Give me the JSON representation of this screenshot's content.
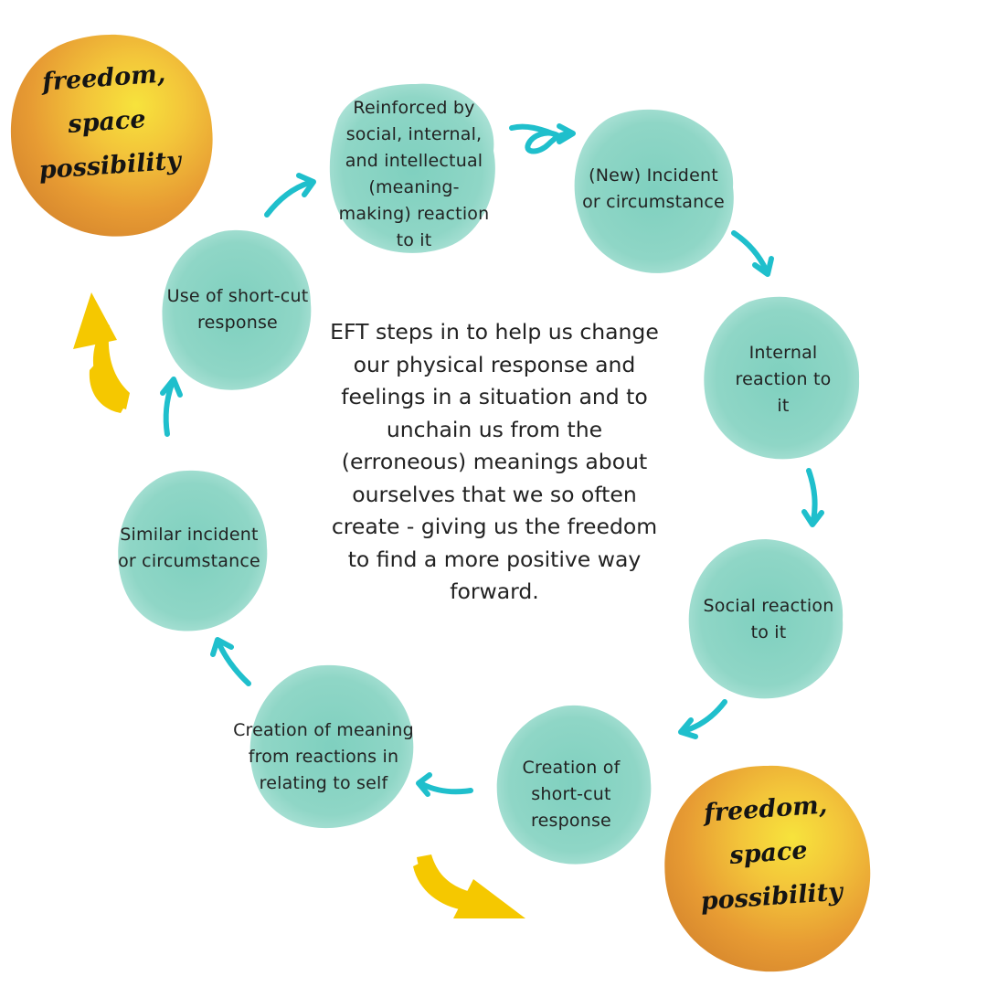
{
  "center": {
    "text": "EFT steps in to help us change our physical response and feelings in a situation and to unchain us from the (erroneous) meanings about ourselves that we so often create - giving us the freedom to find a more positive way forward."
  },
  "nodes": [
    {
      "id": "reinforced",
      "label": "Reinforced by\nsocial, internal,\nand intellectual\n(meaning-\nmaking) reaction\nto it"
    },
    {
      "id": "new-incident",
      "label": "(New) Incident\nor circumstance"
    },
    {
      "id": "internal-reaction",
      "label": "Internal\nreaction to\nit"
    },
    {
      "id": "social-reaction",
      "label": "Social reaction\nto it"
    },
    {
      "id": "creation-shortcut",
      "label": "Creation of\nshort-cut\nresponse"
    },
    {
      "id": "creation-meaning",
      "label": "Creation of meaning\nfrom reactions in\nrelating to self"
    },
    {
      "id": "similar-incident",
      "label": "Similar incident\nor circumstance"
    },
    {
      "id": "use-shortcut",
      "label": "Use of short-cut\nresponse"
    }
  ],
  "freedom": {
    "top_left": "freedom,\nspace\npossibility",
    "bottom_right": "freedom,\nspace\npossibility"
  },
  "colors": {
    "teal_blob": "#7fcfbf",
    "teal_arrow": "#1fbfcc",
    "yellow_arrow": "#f5c800",
    "orange_blob": "#e9a23a",
    "yellow_blob": "#f7e23c",
    "text": "#222222"
  }
}
